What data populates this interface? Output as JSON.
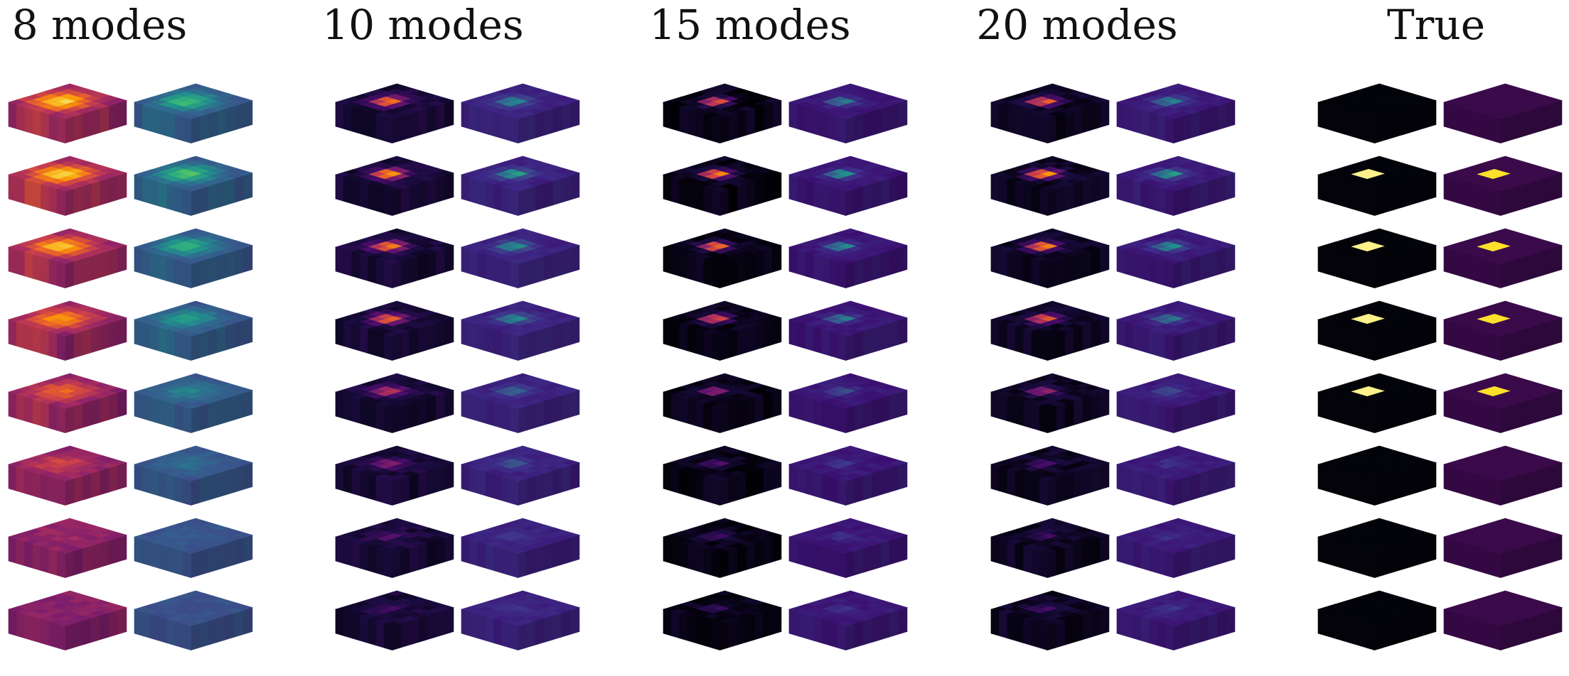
{
  "columns": [
    {
      "title": "8 modes"
    },
    {
      "title": "10 modes"
    },
    {
      "title": "15 modes"
    },
    {
      "title": "20 modes"
    },
    {
      "title": "True"
    }
  ],
  "rows": 8,
  "grid_size": 7,
  "colormaps": {
    "inferno": [
      "#000004",
      "#1b0c41",
      "#4a0c6b",
      "#781c6d",
      "#a52c60",
      "#cf4446",
      "#ed6925",
      "#fb9b06",
      "#f7d13d",
      "#fcffa4"
    ],
    "viridis_low": [
      "#3b0f70",
      "#3e2f8a",
      "#3c4e8a",
      "#2f6b8e",
      "#21918c",
      "#35b779",
      "#8fd744",
      "#fde725"
    ]
  },
  "true_column": {
    "left_base": "#03030a",
    "left_highlight": "#fbf08a",
    "right_base": "#3a0a4a",
    "right_highlight": "#fde02b",
    "highlight_rows": [
      1,
      2,
      3,
      4
    ]
  },
  "column_intensity": [
    {
      "peak": [
        0.9,
        0.92,
        0.85,
        0.78,
        0.65,
        0.55,
        0.42,
        0.35
      ],
      "base": 0.38,
      "spread": 0.75
    },
    {
      "peak": [
        0.75,
        0.85,
        0.8,
        0.72,
        0.55,
        0.42,
        0.25,
        0.22
      ],
      "base": 0.1,
      "spread": 0.38
    },
    {
      "peak": [
        0.72,
        0.9,
        0.82,
        0.7,
        0.45,
        0.25,
        0.2,
        0.2
      ],
      "base": 0.04,
      "spread": 0.32
    },
    {
      "peak": [
        0.72,
        0.88,
        0.82,
        0.7,
        0.42,
        0.22,
        0.2,
        0.2
      ],
      "base": 0.06,
      "spread": 0.34
    }
  ]
}
